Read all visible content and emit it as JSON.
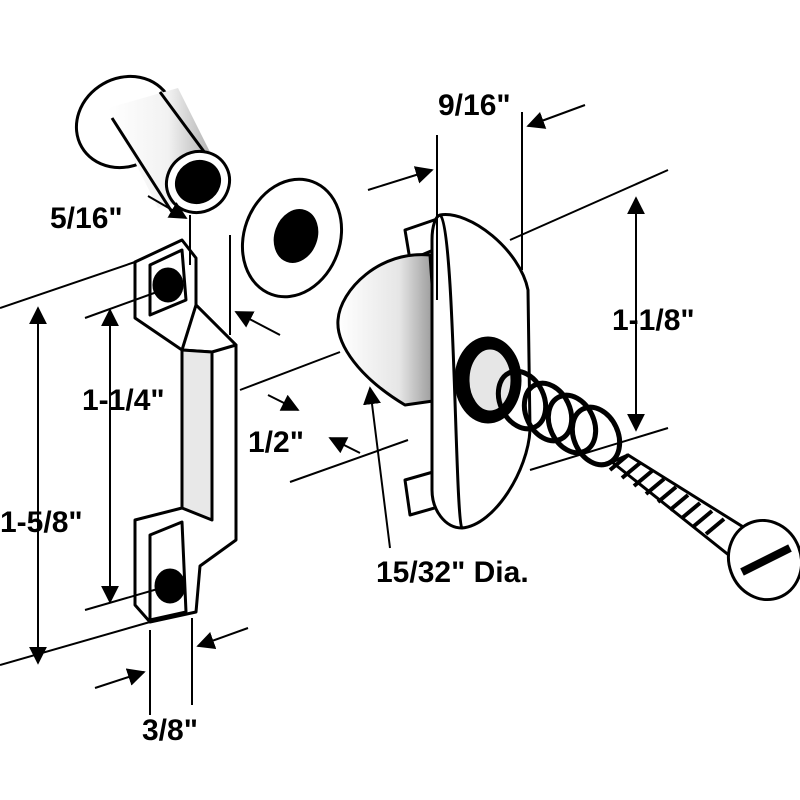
{
  "diagram": {
    "dimensions": {
      "top_width": "9/16\"",
      "sleeve_diameter": "5/16\"",
      "latch_height": "1-1/8\"",
      "hole_spacing": "1-1/4\"",
      "knob_offset": "1/2\"",
      "strike_length": "1-5/8\"",
      "barrel_diameter": "15/32\" Dia.",
      "strike_width": "3/8\""
    },
    "colors": {
      "line": "#000000",
      "fill": "#ffffff",
      "shade": "#d9d9d9"
    }
  }
}
